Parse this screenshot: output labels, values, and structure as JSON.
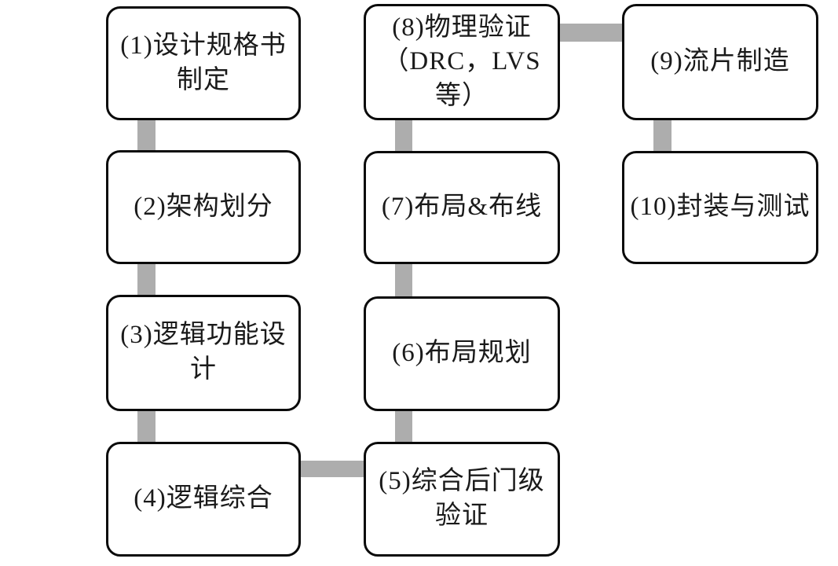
{
  "diagram_type": "flowchart",
  "colors": {
    "background": "#ffffff",
    "connector": "#adadad",
    "box_border": "#0a0a0a",
    "box_fill": "#ffffff",
    "text": "#1a1a1a"
  },
  "nodes": [
    {
      "id": "1",
      "label": "(1)设计规格书\n制定"
    },
    {
      "id": "2",
      "label": "(2)架构划分"
    },
    {
      "id": "3",
      "label": "(3)逻辑功能设\n计"
    },
    {
      "id": "4",
      "label": "(4)逻辑综合"
    },
    {
      "id": "5",
      "label": "(5)综合后门级\n验证"
    },
    {
      "id": "6",
      "label": "(6)布局规划"
    },
    {
      "id": "7",
      "label": "(7)布局&布线"
    },
    {
      "id": "8",
      "label": "(8)物理验证\n（DRC，LVS等）"
    },
    {
      "id": "9",
      "label": "(9)流片制造"
    },
    {
      "id": "10",
      "label": "(10)封装与测试"
    }
  ],
  "edges": [
    {
      "from": "1",
      "to": "2",
      "orientation": "vertical"
    },
    {
      "from": "2",
      "to": "3",
      "orientation": "vertical"
    },
    {
      "from": "3",
      "to": "4",
      "orientation": "vertical"
    },
    {
      "from": "4",
      "to": "5",
      "orientation": "horizontal"
    },
    {
      "from": "5",
      "to": "6",
      "orientation": "vertical"
    },
    {
      "from": "6",
      "to": "7",
      "orientation": "vertical"
    },
    {
      "from": "7",
      "to": "8",
      "orientation": "vertical"
    },
    {
      "from": "8",
      "to": "9",
      "orientation": "horizontal"
    },
    {
      "from": "9",
      "to": "10",
      "orientation": "vertical"
    }
  ]
}
